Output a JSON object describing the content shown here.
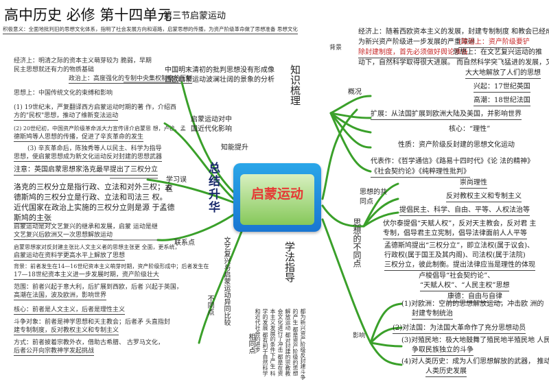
{
  "header": {
    "main": "高中历史 必修 第十四单元",
    "sub": "第三节启蒙运动"
  },
  "top_strip": "积极意义：全面地批判旧的思想文化体系，指明了社会发展方向和道路，启蒙思想的传播，为资产阶级革命做了思想准备 思想文化运动，他们追求的所谓自由、平等是资产阶级的自由和平等」",
  "left_panel": {
    "l1": "经济上：明清之际的资本主义萌芽较为 脆弱，早期",
    "l2": "民主思想就还有力的物质基础",
    "l3": "政治上：高度强化的专制中央集权制度的压制",
    "l4": "思想上：中国传统文化的束缚和影响",
    "l5": "(1) 19世纪末，严复翻译西方启蒙运动时期的著 作，介绍西",
    "l6": "方的\"民权\"思想，推动了维新变法运动",
    "l7": "(2) 20世纪初，中国资产阶级革命派大力宣传译介启蒙思 想，卢梭、孟",
    "l8": "德斯鸠等人思想的传播，促进了辛亥革命的发生",
    "l9": "(3) 辛亥革命后，陈独秀等人以民主、科学为指导",
    "l10": "思想，使启蒙思想成为新文化运动反对封建的思想武器",
    "note": "注意：英国启蒙思想家洛克最早提出了三权分立",
    "b1": "洛克的三权分立是指行政、立法和对外三权；孟",
    "b2": "德斯鸠的三权分立是行政、立法和司法三 权。",
    "b3": "近代国家在政治上实施的三权分立则是源 于孟德",
    "b4": "斯鸠的主张",
    "c1": "启蒙运动是对文艺复兴的继承和发展，启蒙 运动是继",
    "c2": "文艺复兴后欧洲又一次思想解放运动",
    "d1": "启蒙思想家对反封建主张比人文主义者的思想主张更 全面，更系统，",
    "d2": "启蒙运动在资料学更高水平上解放了思想",
    "e1": "背景：前者发生在14—16世纪资本主义萌芽时期，资产阶级形成中；后者发生在",
    "e2": "17—18世纪资本主义进一步发展时期，资产阶级壮大",
    "e3": "范围：前者兴起于意大利，后扩展到西欧，后者 兴起于英国，",
    "e4": "高潮在法国，波及欧洲，影响世界",
    "f1": "核心：前者是人文主义，后者是理性主义",
    "g1": "斗争对象：前者是神学思想和天主教会；后者矛 头直指封",
    "g2": "建专制制度，反对教权主义和专制主义",
    "h1": "方式：前者披着宗教外衣，借助古希腊、 古罗马文化，",
    "h2": "后者公开向宗教神学发起挑战"
  },
  "mind": {
    "china_1": "中国明末清初的批判思想没有形成像",
    "china_2": "西欧启蒙运动波澜壮阔的景象的分析",
    "impact_1": "启蒙运动对中",
    "impact_2": "国近代化影响",
    "zhineng": "知能提升",
    "xuexi": "学习误区",
    "zongjie": "总结升华",
    "lianxi": "联系点",
    "butong": "不同点",
    "xiangtong": "相同点",
    "xuefa": "学法指导",
    "wenyi": "文艺复兴与启蒙运动异同比较",
    "zhishi": "知识梳理",
    "gaishu": "概况",
    "beijing": "背景",
    "core_title": "启蒙运动",
    "bottom_cols": "都为新兴资产阶级反封建斗争的产生 都是资产阶级的思想解放运动 都对封建的宗教教会文化进行了冲击 都是在资本主义发展的条件下产生 科学的发展 都有利于自然科学和近代社会的进步"
  },
  "right_panel": {
    "bg1": "经济上：随着西欧资本主义的发展，封建专制制度 和教会已经成",
    "bg2": "为新兴资产阶级进一步发展的严重障碍",
    "bg2b": "(政治上：资产阶级要铲",
    "bg3": "除封建制度，首先必须做好舆论准备",
    "bg3b": "思想上：在文艺复兴运动的推",
    "bg4": "动下，自然科学取得很大进展。 而自然科学突飞猛进的发展，又",
    "bg5": "大大地解放了人们的思想",
    "rise": "兴起：17世纪英国",
    "peak": "高潮：18世纪法国",
    "spread": "扩展：从法国扩展到欧洲大陆及美国，并影响世界",
    "core_label": "核心：“理性”",
    "nature": "性质：资产阶级反封建的思想文化运动",
    "works": "代表作：《哲学通信》《路易十四时代》《论 法的精神》",
    "works2": "《社会契约论》《纯粹理性批判》",
    "common_label": "思想的共同点",
    "c1": "崇尚理性",
    "c2": "反对教权主义和专制主义",
    "c3": "提倡民主、科学、自由、平等、人权法治等",
    "diff_label": "思想的不同点",
    "v1": "伏尔泰提倡“天赋人权”，反对天主教会，反对君 主",
    "v2": "专制，倡导君主立宪制，倡导法律面前人人平等",
    "m1": "孟德斯鸠提出“三权分立”，即立法权(属于议会)、",
    "m2": "行政权(属于国王及其内阁)、司法权(属于法院)",
    "m3": "三权分立，彼此制衡。提出法律应当是理性的体现",
    "r1": "卢梭倡导“社会契约论”、",
    "r2": "“天赋人权”、“人民主权”思想",
    "k1": "康德：自由与自律",
    "influence_label": "影响",
    "i1": "(1)对欧洲：空前的思想解放运动，冲击欧 洲的",
    "i1b": "封建专制统治",
    "i2": "(2)对法国：为法国大革命作了充分思想动员",
    "i3": "(3)对殖民地：极大地鼓舞了殖民地半殖民地 人民",
    "i3b": "争取民族独立的斗争",
    "i4": "(4)对人类历史：成为人们思想解放的武器， 推动",
    "i4b": "人类历史发展"
  }
}
